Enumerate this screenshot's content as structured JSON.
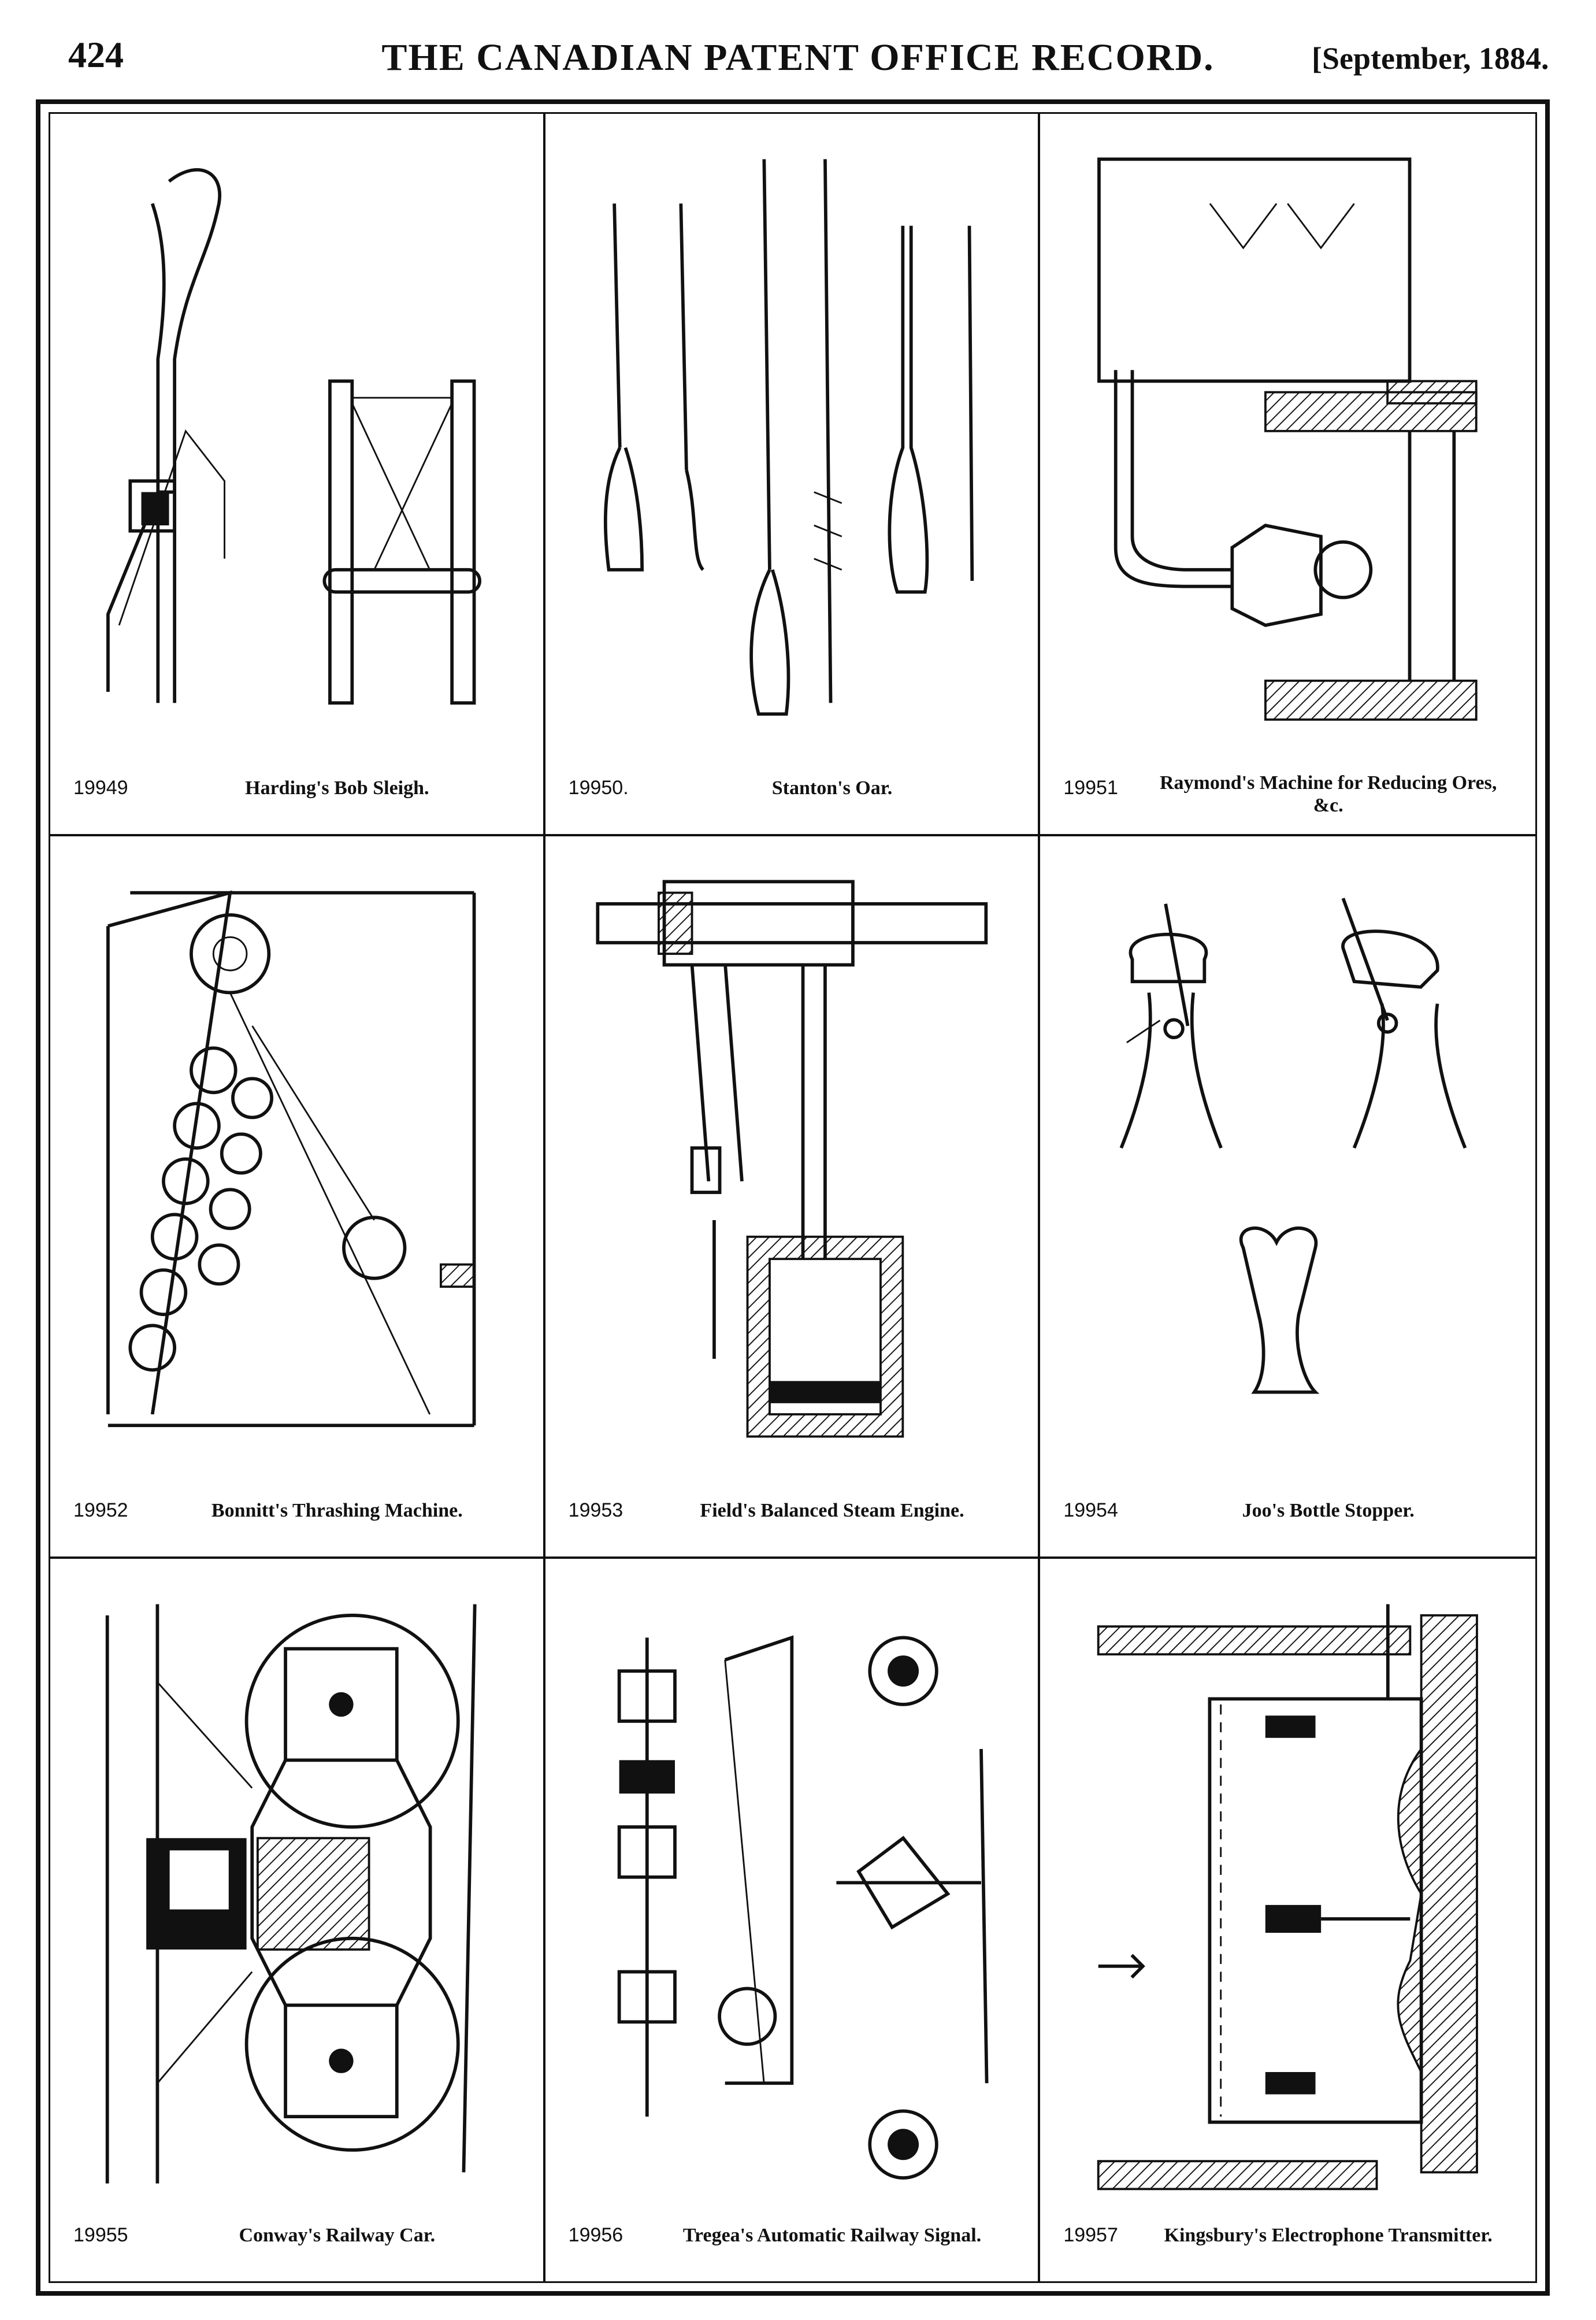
{
  "header": {
    "page_number": "424",
    "title": "THE CANADIAN PATENT OFFICE RECORD.",
    "date": "[September, 1884."
  },
  "patents": [
    {
      "number": "19949",
      "title": "Harding's Bob Sleigh.",
      "icon": "bob-sleigh-drawing"
    },
    {
      "number": "19950.",
      "title": "Stanton's Oar.",
      "icon": "oar-drawing"
    },
    {
      "number": "19951",
      "title": "Raymond's Machine for Reducing Ores, &c.",
      "icon": "ore-machine-drawing"
    },
    {
      "number": "19952",
      "title": "Bonnitt's Thrashing Machine.",
      "icon": "thrashing-machine-drawing"
    },
    {
      "number": "19953",
      "title": "Field's Balanced Steam Engine.",
      "icon": "steam-engine-drawing"
    },
    {
      "number": "19954",
      "title": "Joo's Bottle Stopper.",
      "icon": "bottle-stopper-drawing"
    },
    {
      "number": "19955",
      "title": "Conway's Railway Car.",
      "icon": "railway-car-drawing"
    },
    {
      "number": "19956",
      "title": "Tregea's Automatic Railway Signal.",
      "icon": "railway-signal-drawing"
    },
    {
      "number": "19957",
      "title": "Kingsbury's Electrophone Transmitter.",
      "icon": "electrophone-transmitter-drawing"
    }
  ]
}
